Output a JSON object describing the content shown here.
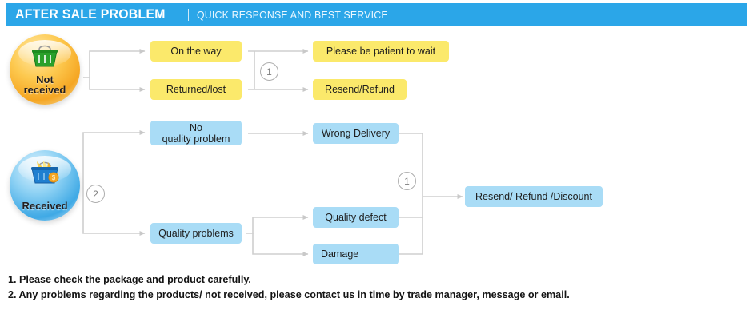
{
  "header": {
    "title": "AFTER SALE PROBLEM",
    "divider": "|",
    "subtitle": "QUICK RESPONSE AND BEST SERVICE",
    "background_color": "#2ba6e8",
    "text_color": "#ffffff"
  },
  "colors": {
    "banner_blue": "#2ba6e8",
    "box_yellow": "#fbe96b",
    "box_blue": "#a9dcf6",
    "connector_gray": "#cfcfcf",
    "circle_orange": "#f5a623",
    "circle_blue": "#3fa9e5"
  },
  "diagram": {
    "nodes": {
      "not_received": {
        "label_line1": "Not",
        "label_line2": "received",
        "icon": "shopping-basket-icon",
        "color": "#f5a623"
      },
      "received": {
        "label": "Received",
        "icon": "shopping-basket-full-icon",
        "color": "#3fa9e5"
      }
    },
    "top_flow": {
      "stage1": [
        {
          "label": "On the way"
        },
        {
          "label": "Returned/lost"
        }
      ],
      "stage2": [
        {
          "label": "Please be patient to wait"
        },
        {
          "label": "Resend/Refund"
        }
      ],
      "marker": "1"
    },
    "bottom_flow": {
      "branch_marker": "2",
      "stage1": [
        {
          "label_line1": "No",
          "label_line2": "quality problem"
        },
        {
          "label": "Quality problems"
        }
      ],
      "stage2": [
        {
          "label": "Wrong Delivery"
        },
        {
          "label": "Quality defect"
        },
        {
          "label": "Damage"
        }
      ],
      "merge_marker": "1",
      "outcome": {
        "label": "Resend/ Refund /Discount"
      }
    }
  },
  "footer": {
    "notes": [
      "1. Please check the package and product carefully.",
      "2. Any problems regarding the products/ not received, please contact us in time by trade manager, message or email."
    ]
  }
}
